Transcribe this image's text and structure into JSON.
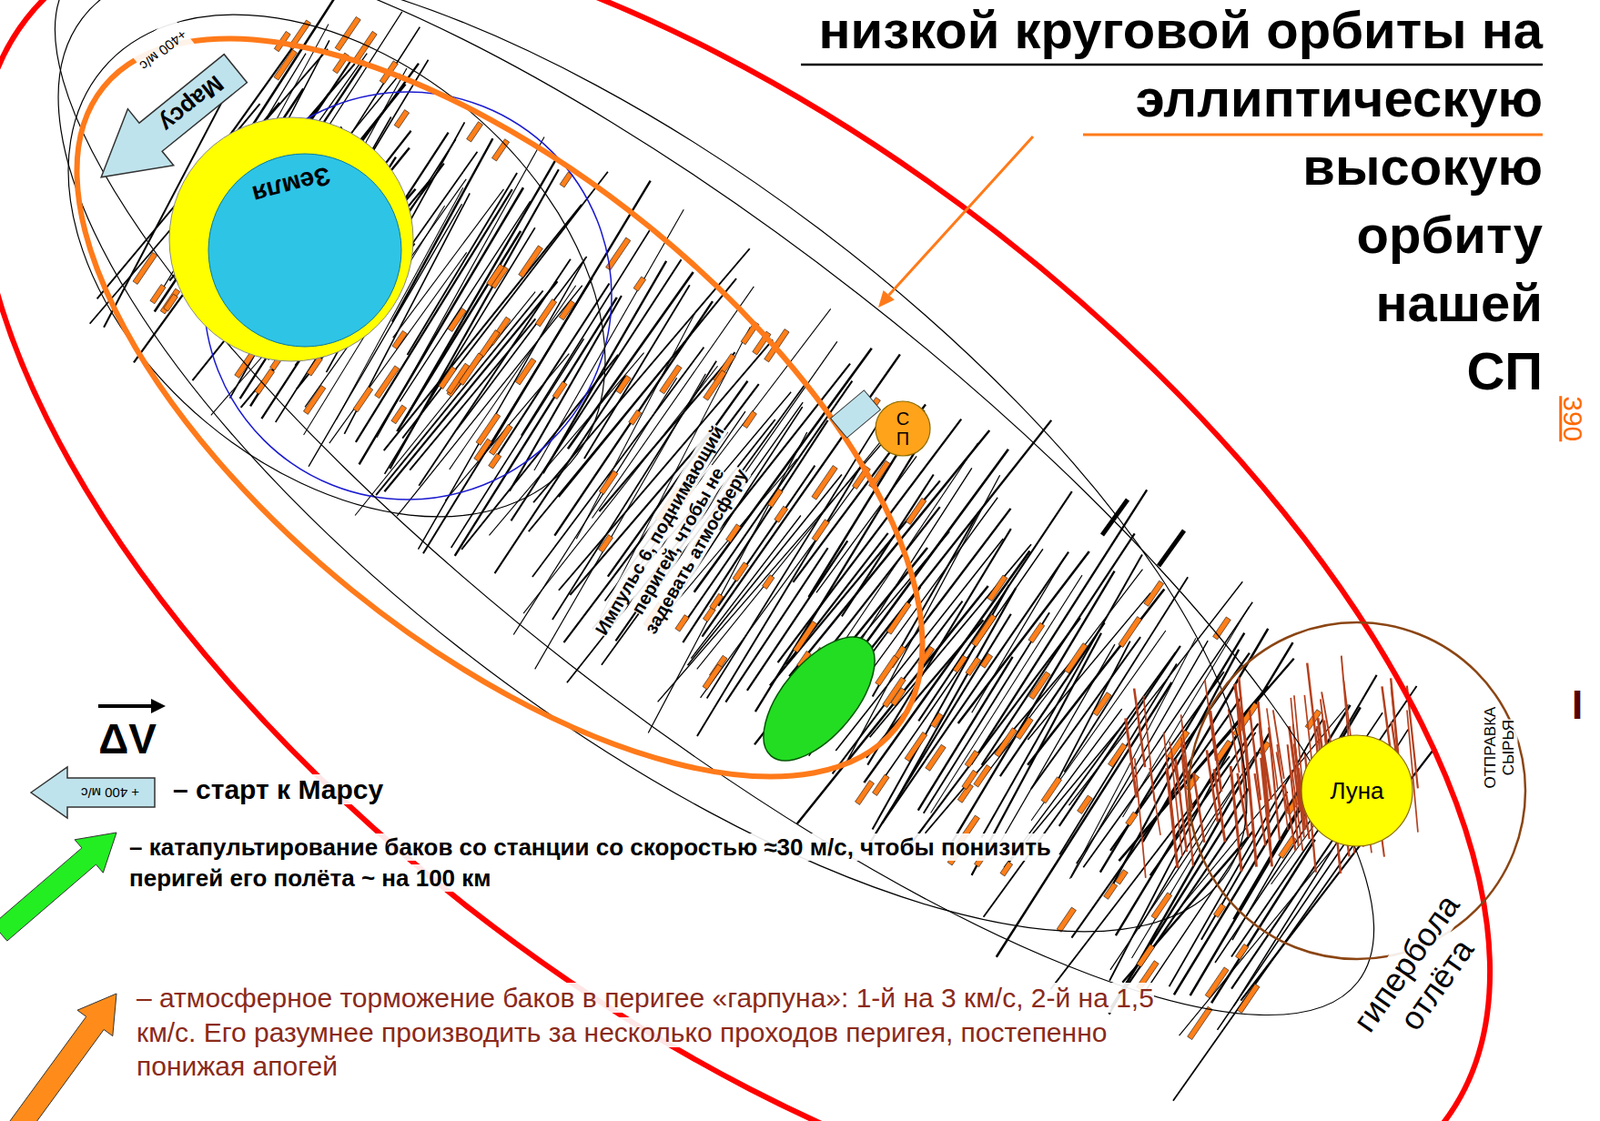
{
  "diagram": {
    "title": "низкой круговой орбиты на эллиптическую высокую орбиту нашей СП",
    "nodes": [
      {
        "text": [
          "Марсу",
          "+400 м/с"
        ]
      },
      {
        "text": [
          "Земля"
        ]
      },
      {
        "text": [
          "С П"
        ]
      },
      {
        "text": [
          "Луна"
        ]
      },
      {
        "text": [
          "+ 400 м/с"
        ]
      }
    ],
    "labels": [
      "Импульс 6, поднимающий перигей, чтобы не задевать атмосферу",
      "390",
      "I",
      "ОТПРАВКА СЫРЬЯ",
      "гипербола отлёта",
      "ΔV"
    ],
    "legend": [
      {
        "text": "– старт к Марсу"
      },
      {
        "text": "– катапультирование баков со станции со скоростью ≈30 м/с, чтобы понизить перигей его полёта ~ на 100 км"
      },
      {
        "text": "– атмосферное торможение баков в перигее «гарпуна»: 1-й на 3 км/с, 2-й на 1,5 км/с. Его разумнее производить за несколько проходов перигея, постепенно понижая апогей"
      }
    ]
  }
}
